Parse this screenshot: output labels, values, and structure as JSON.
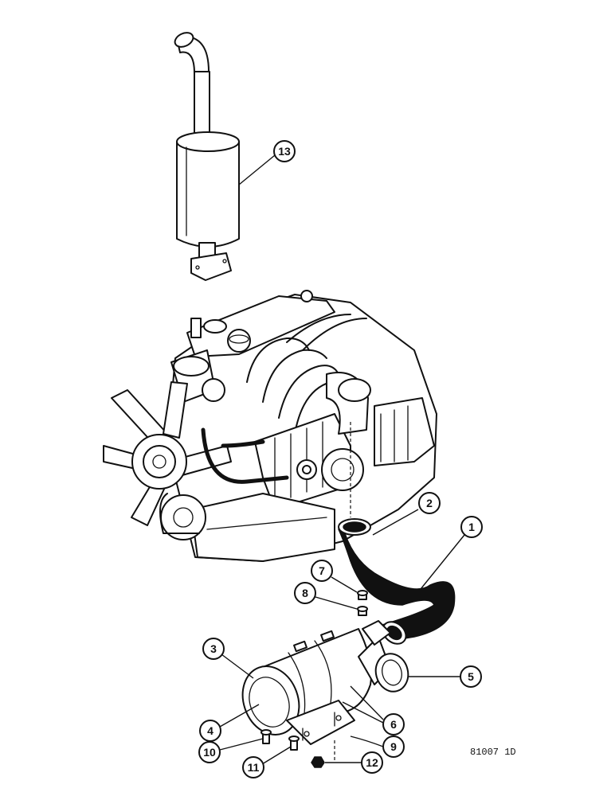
{
  "figure": {
    "reference_code": "81007 1D",
    "callouts": [
      "1",
      "2",
      "3",
      "4",
      "5",
      "6",
      "7",
      "8",
      "9",
      "10",
      "11",
      "12",
      "13"
    ]
  },
  "parts": {
    "muffler": "muffler",
    "engine": "engine",
    "air_hose": "air-intake-hose",
    "air_cleaner": "air-cleaner",
    "mounting_bracket": "mounting-bracket"
  }
}
